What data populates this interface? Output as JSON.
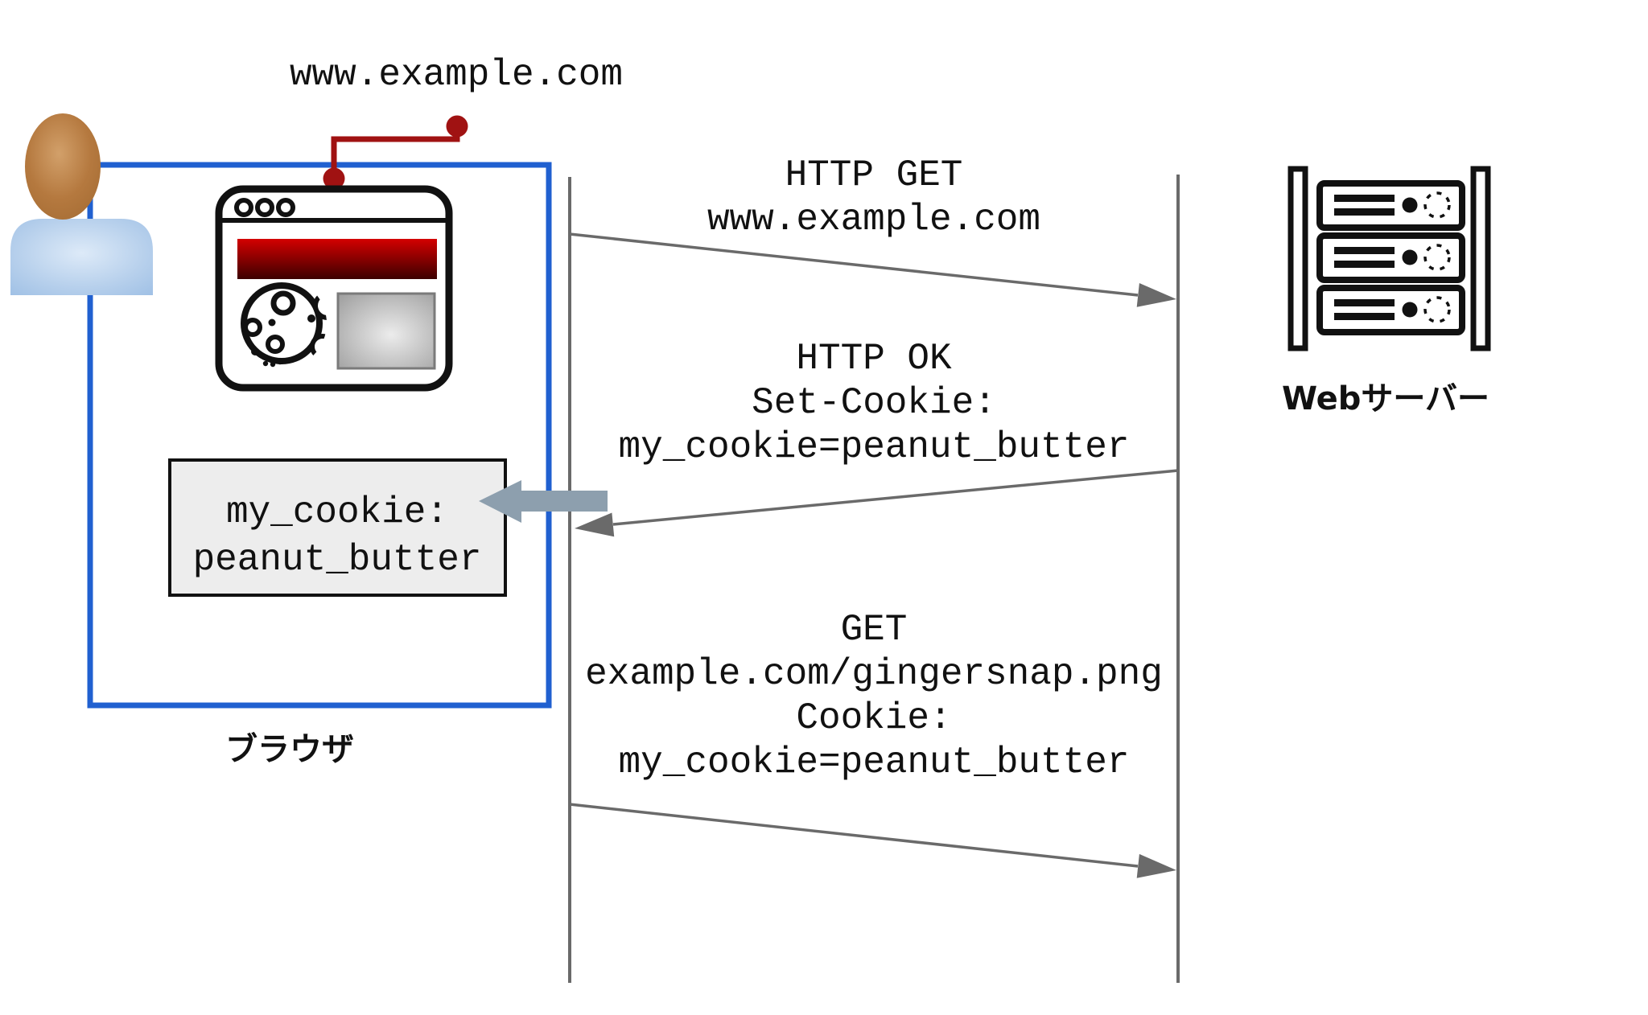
{
  "url_label": "www.example.com",
  "browser": {
    "label": "ブラウザ",
    "cookie_store": {
      "line1": "my_cookie:",
      "line2": "peanut_butter"
    }
  },
  "server": {
    "label": "Webサーバー"
  },
  "messages": [
    {
      "id": "http-get-request",
      "direction": "to-server",
      "lines": [
        "HTTP GET",
        "www.example.com"
      ]
    },
    {
      "id": "http-ok-response",
      "direction": "to-browser",
      "lines": [
        "HTTP OK",
        "Set-Cookie:",
        "my_cookie=peanut_butter"
      ]
    },
    {
      "id": "get-image-request",
      "direction": "to-server",
      "lines": [
        "GET",
        "example.com/gingersnap.png",
        "Cookie:",
        "my_cookie=peanut_butter"
      ]
    }
  ],
  "colors": {
    "browser_box_blue": "#2060d0",
    "red_connector": "#a01212",
    "banner_red_top": "#d40000",
    "banner_red_bottom": "#3c0000",
    "store_arrow_slate": "#8d9fae",
    "line_gray": "#6a6a6a",
    "store_box_fill": "#ededed",
    "head_brown": "#b5793f",
    "body_blue": "#b7d0ec"
  }
}
